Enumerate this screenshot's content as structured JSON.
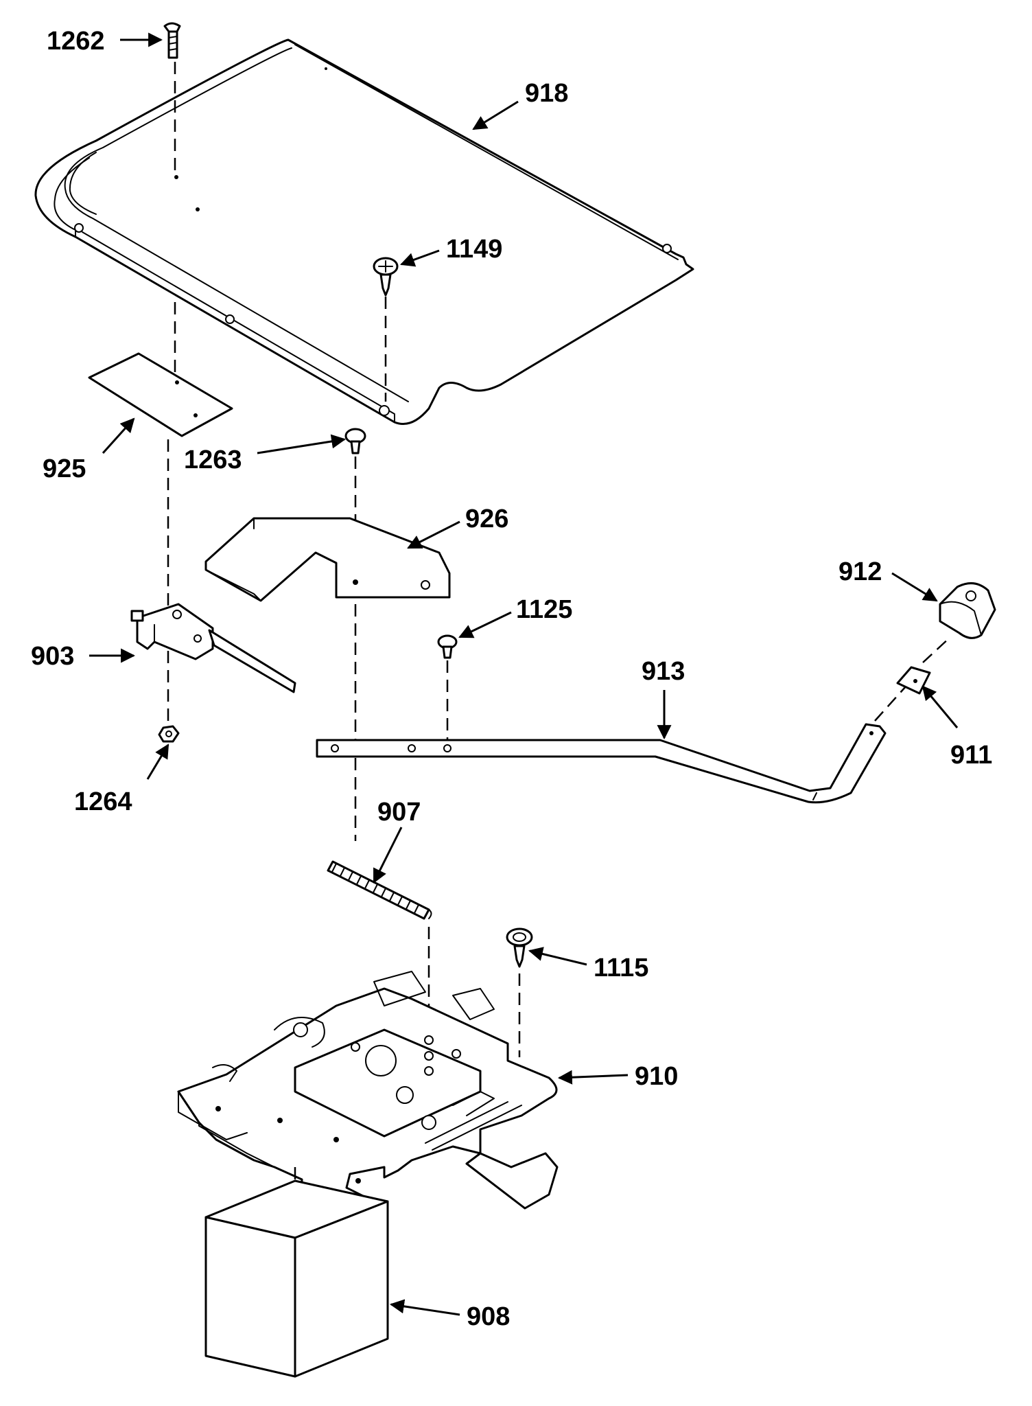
{
  "labels": {
    "l1262": "1262",
    "l918": "918",
    "l1149": "1149",
    "l925": "925",
    "l1263": "1263",
    "l926": "926",
    "l912": "912",
    "l1125": "1125",
    "l903": "903",
    "l913": "913",
    "l911": "911",
    "l1264": "1264",
    "l907": "907",
    "l1115": "1115",
    "l910": "910",
    "l908": "908"
  }
}
